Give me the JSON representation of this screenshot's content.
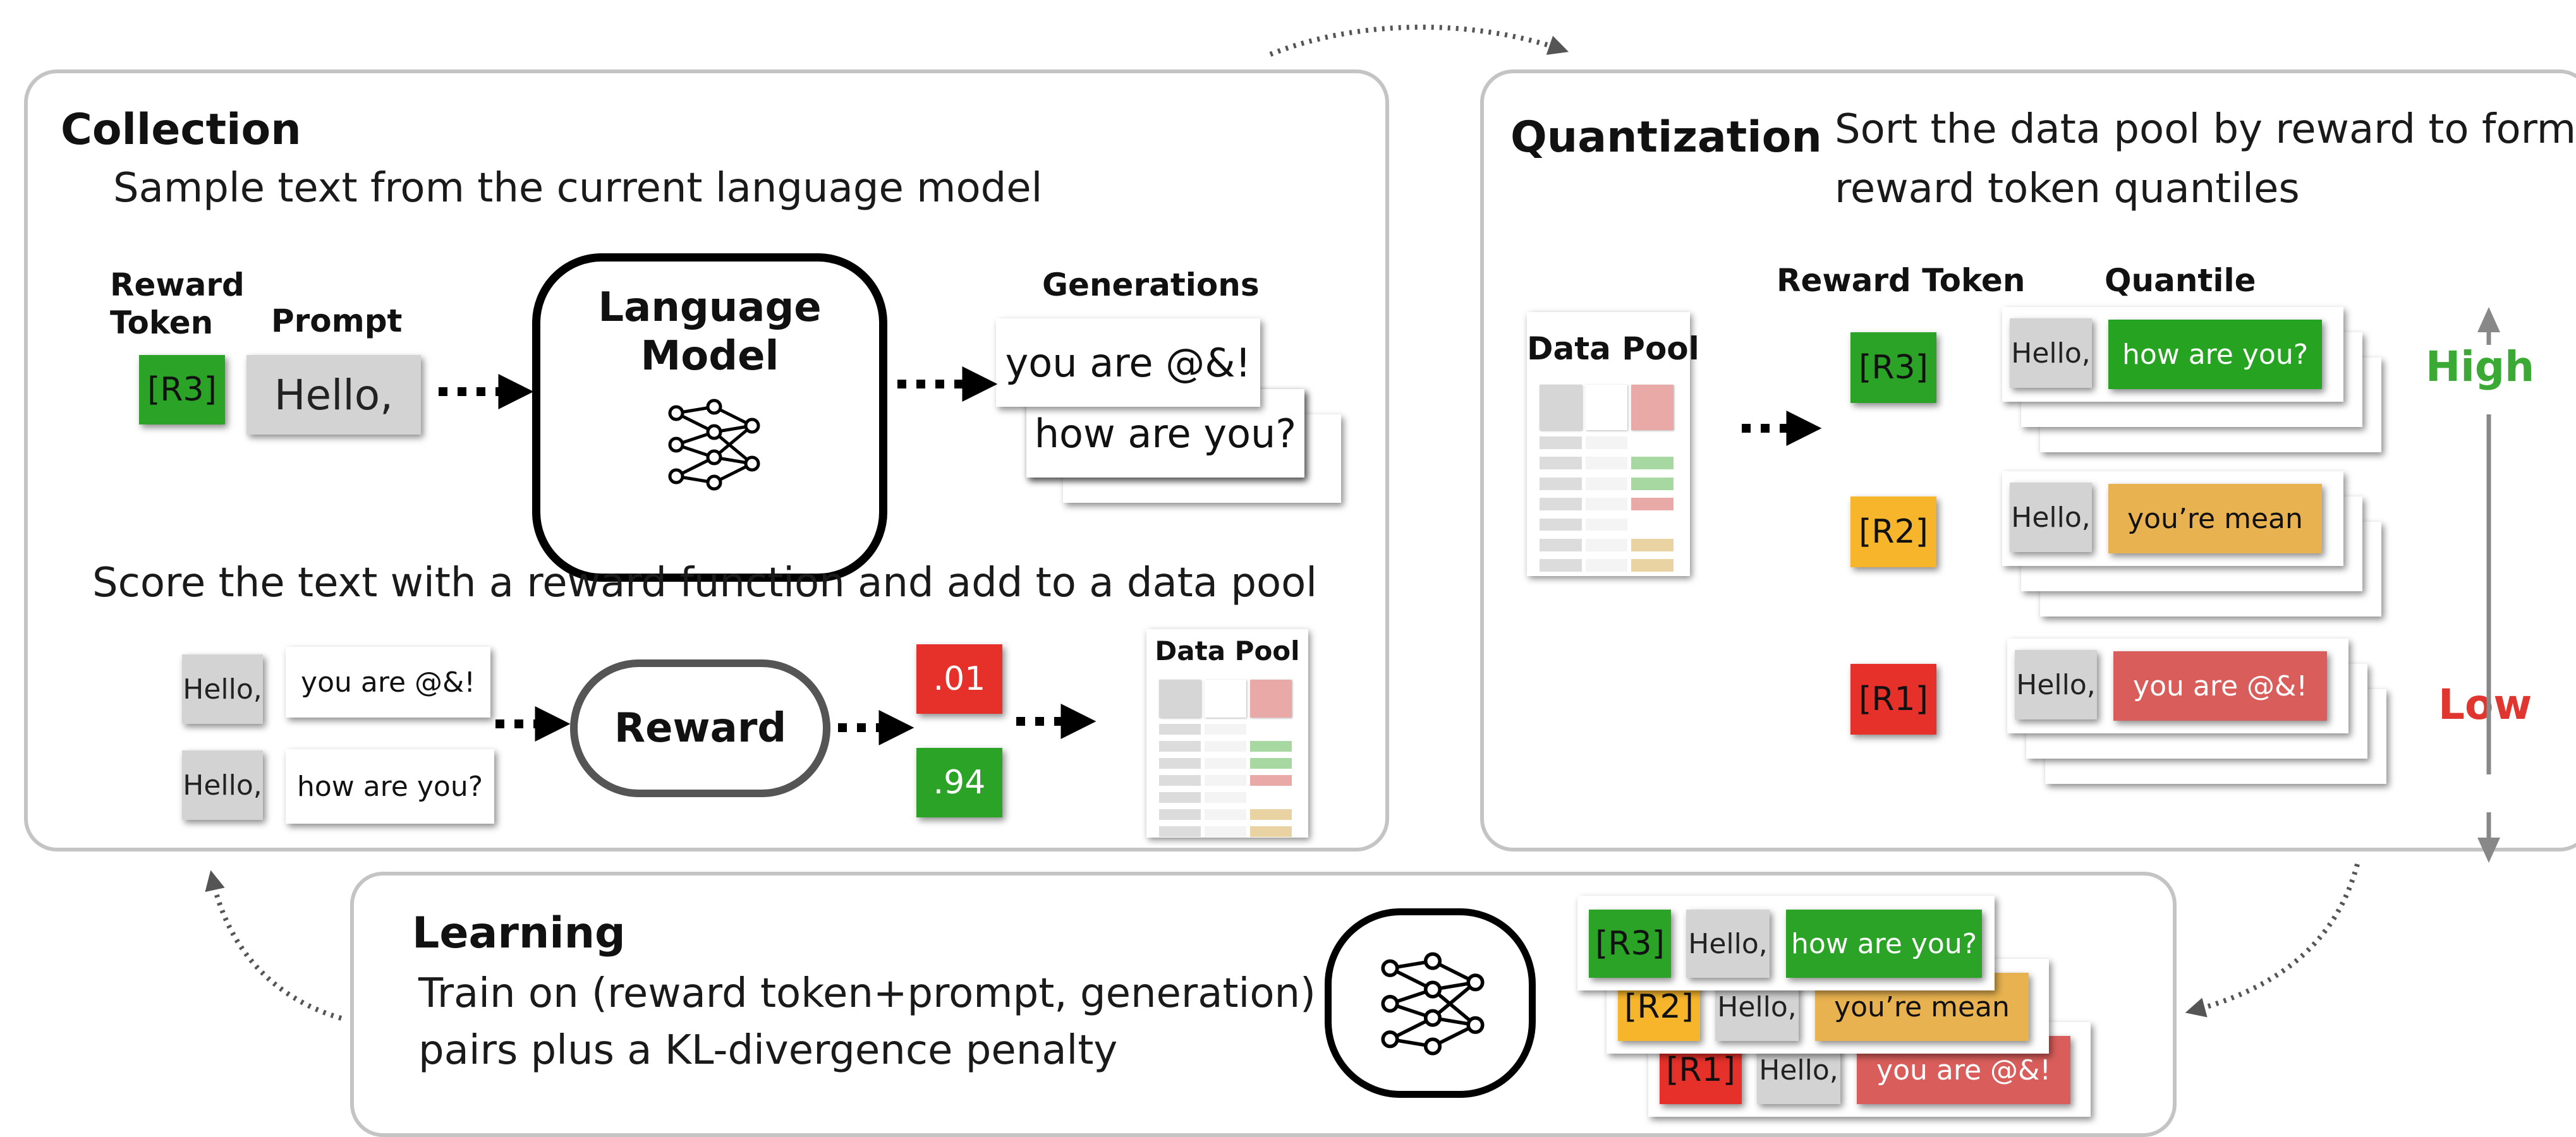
{
  "collection": {
    "title": "Collection",
    "sample_desc": "Sample text from the current language model",
    "reward_token_label": "Reward\nToken",
    "prompt_label": "Prompt",
    "token": "[R3]",
    "prompt": "Hello,",
    "model_label": "Language\nModel",
    "generations_label": "Generations",
    "generations": [
      "you are @&!",
      "how are you?"
    ],
    "score_desc": "Score the text with a reward function and add to a data pool",
    "score_rows": [
      {
        "prompt": "Hello,",
        "generation": "you are @&!",
        "score": ".01"
      },
      {
        "prompt": "Hello,",
        "generation": "how are you?",
        "score": ".94"
      }
    ],
    "reward_label": "Reward",
    "pool_label": "Data Pool"
  },
  "quantization": {
    "title": "Quantization",
    "desc_line1": "Sort the data pool by reward to form",
    "desc_line2": "reward token quantiles",
    "pool_label": "Data Pool",
    "reward_token_header": "Reward Token",
    "quantile_header": "Quantile",
    "rows": [
      {
        "token": "[R3]",
        "prompt": "Hello,",
        "text": "how are you?"
      },
      {
        "token": "[R2]",
        "prompt": "Hello,",
        "text": "you’re mean"
      },
      {
        "token": "[R1]",
        "prompt": "Hello,",
        "text": "you are @&!"
      }
    ],
    "high_label": "High",
    "low_label": "Low"
  },
  "learning": {
    "title": "Learning",
    "desc_line1": "Train on (reward token+prompt, generation)",
    "desc_line2": "pairs plus a KL-divergence penalty",
    "stack": [
      {
        "token": "[R3]",
        "prompt": "Hello,",
        "text": "how are you?"
      },
      {
        "token": "[R2]",
        "prompt": "Hello,",
        "text": "you’re mean"
      },
      {
        "token": "[R1]",
        "prompt": "Hello,",
        "text": "you are @&!"
      }
    ]
  },
  "colors": {
    "green": "#2aa327",
    "orange": "#f6b52a",
    "red": "#e6302a",
    "high": "#3aaa35",
    "low": "#e0362f",
    "panel_border": "#c4c4c4"
  },
  "icons": [
    "neural-network-icon",
    "dotted-cycle-arrow-icon"
  ]
}
